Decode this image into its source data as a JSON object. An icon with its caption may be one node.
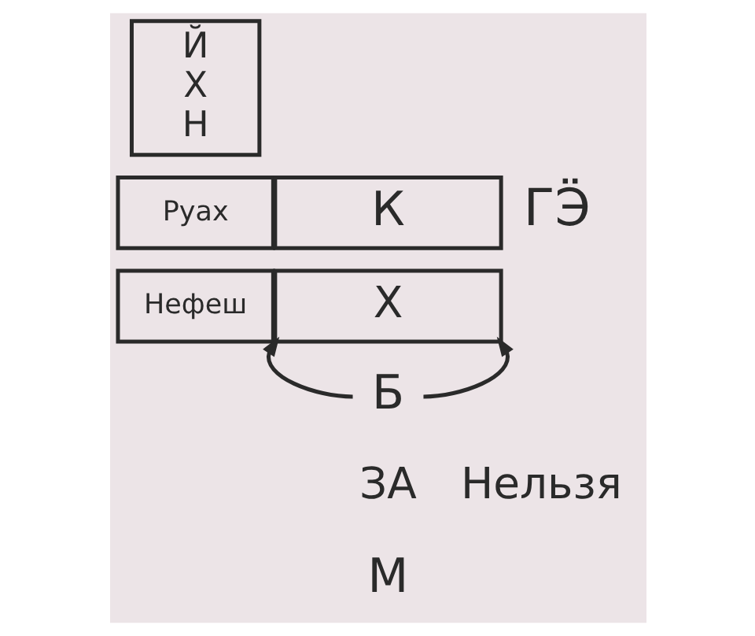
{
  "diagram": {
    "nodes": [
      {
        "text": [
          "Й",
          "Х",
          "Н"
        ]
      },
      {
        "text": [
          "Руах"
        ]
      },
      {
        "text": [
          "К"
        ]
      },
      {
        "text": [
          "Нефеш"
        ]
      },
      {
        "text": [
          "Х"
        ]
      },
      {
        "text": [
          "Б"
        ]
      }
    ],
    "edges": [
      {
        "from": 5,
        "to": 4,
        "arrow": "to"
      },
      {
        "from": 5,
        "to": 4,
        "arrow": "to"
      }
    ],
    "labels": [
      "ГӬ",
      "ЗА",
      "М",
      "Нельзя"
    ]
  }
}
